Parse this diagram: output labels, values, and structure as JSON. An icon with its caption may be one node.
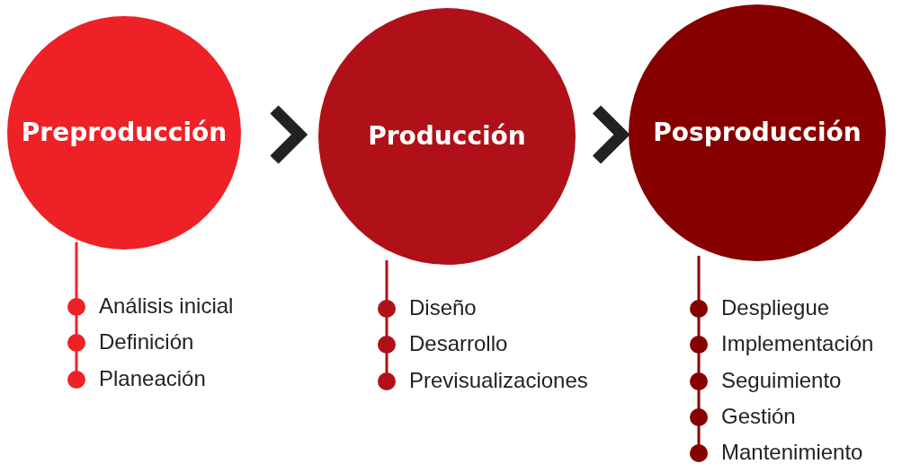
{
  "diagram": {
    "nodes": [
      {
        "text": [
          "Preproducción"
        ],
        "beside": [
          "Análisis inicial",
          "Definición",
          "Planeación"
        ]
      },
      {
        "text": [
          "Producción"
        ],
        "beside": [
          "Diseño",
          "Desarrollo",
          "Previsualizaciones"
        ]
      },
      {
        "text": [
          "Posproducción"
        ],
        "beside": [
          "Despliegue",
          "Implementación",
          "Seguimiento",
          "Gestión",
          "Mantenimiento"
        ]
      }
    ],
    "edges": [
      {
        "from": 0,
        "to": 1,
        "arrow": "to"
      },
      {
        "from": 1,
        "to": 2,
        "arrow": "to"
      }
    ]
  }
}
